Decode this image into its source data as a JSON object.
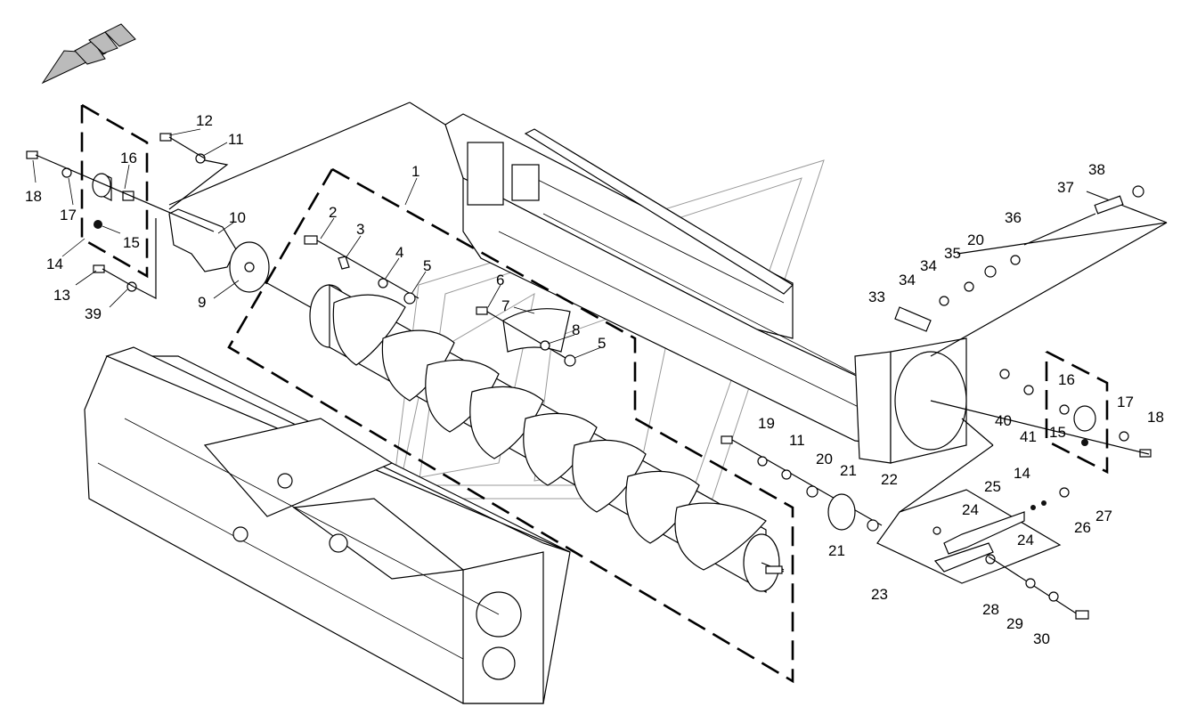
{
  "diagram": {
    "type": "exploded-parts-diagram",
    "callouts": [
      "1",
      "2",
      "3",
      "4",
      "5",
      "5",
      "6",
      "7",
      "8",
      "9",
      "10",
      "11",
      "11",
      "12",
      "13",
      "14",
      "14",
      "15",
      "15",
      "16",
      "16",
      "17",
      "17",
      "18",
      "18",
      "19",
      "20",
      "20",
      "21",
      "21",
      "22",
      "23",
      "24",
      "24",
      "25",
      "26",
      "27",
      "28",
      "29",
      "30",
      "33",
      "34",
      "34",
      "35",
      "36",
      "37",
      "38",
      "39",
      "40",
      "41"
    ]
  }
}
